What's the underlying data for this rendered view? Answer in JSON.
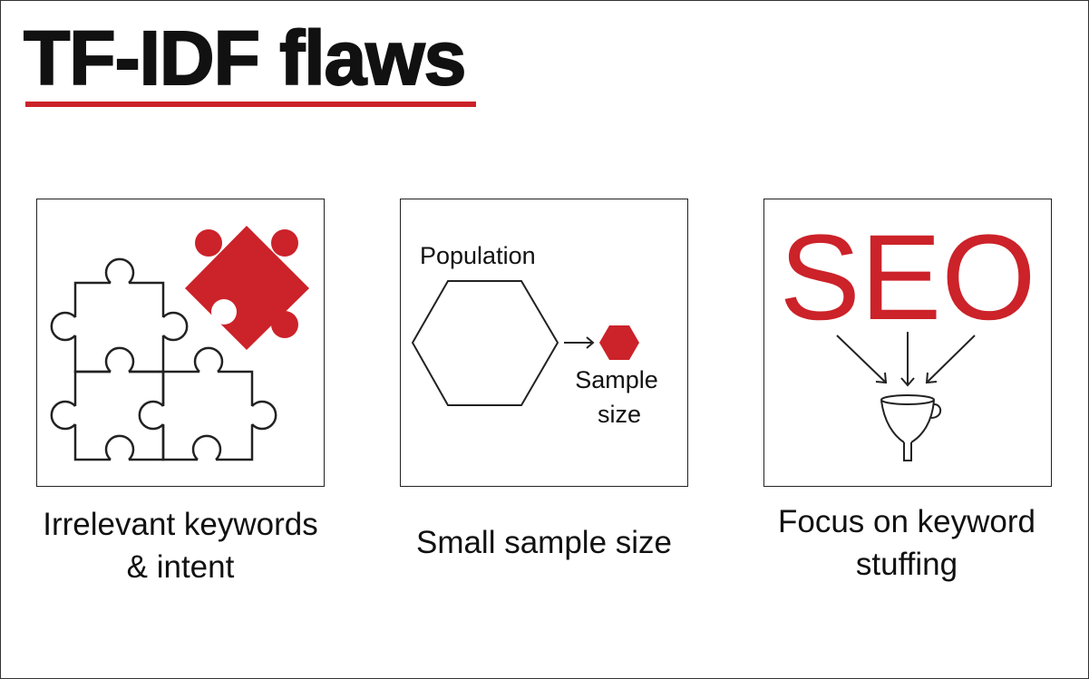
{
  "title": "TF-IDF flaws",
  "colors": {
    "accent": "#cc2229",
    "ink": "#222222"
  },
  "panels": [
    {
      "icon": "puzzle-icon",
      "caption_line1": "Irrelevant keywords",
      "caption_line2": "& intent"
    },
    {
      "icon": "hexagon-sample-icon",
      "label_population": "Population",
      "label_sample_line1": "Sample",
      "label_sample_line2": "size",
      "caption_line1": "Small sample size"
    },
    {
      "icon": "funnel-icon",
      "seo_text": "SEO",
      "caption_line1": "Focus on keyword",
      "caption_line2": "stuffing"
    }
  ]
}
